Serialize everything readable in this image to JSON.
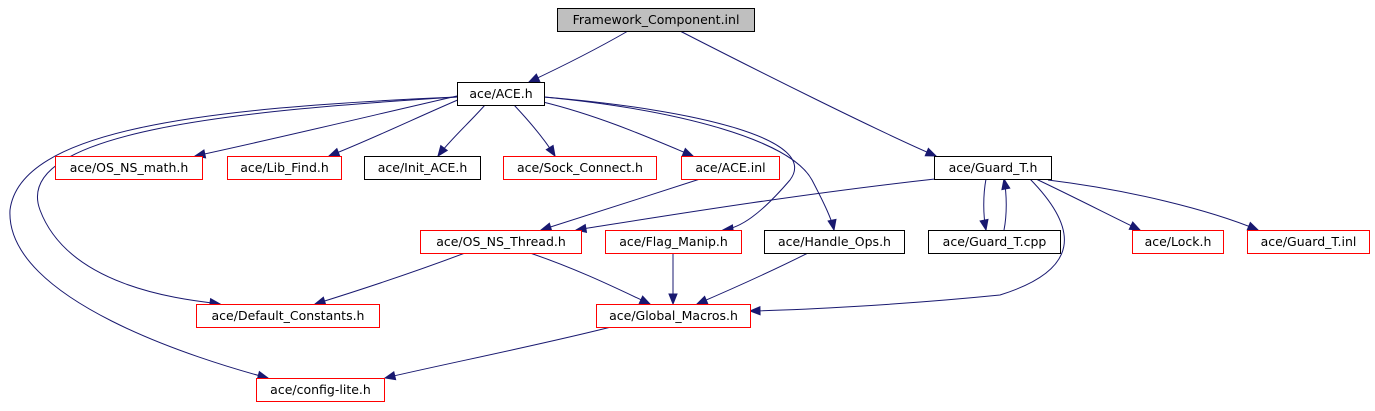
{
  "colors": {
    "edge": "#191970",
    "root_fill": "#bfbfbf",
    "border_black": "#000000",
    "border_red": "#ff0000"
  },
  "nodes": [
    {
      "id": "fc",
      "label": "Framework_Component.inl",
      "style": "root"
    },
    {
      "id": "ace",
      "label": "ace/ACE.h",
      "style": "black"
    },
    {
      "id": "gt",
      "label": "ace/Guard_T.h",
      "style": "black"
    },
    {
      "id": "math",
      "label": "ace/OS_NS_math.h",
      "style": "red"
    },
    {
      "id": "lib",
      "label": "ace/Lib_Find.h",
      "style": "red"
    },
    {
      "id": "init",
      "label": "ace/Init_ACE.h",
      "style": "black"
    },
    {
      "id": "sock",
      "label": "ace/Sock_Connect.h",
      "style": "red"
    },
    {
      "id": "inl",
      "label": "ace/ACE.inl",
      "style": "red"
    },
    {
      "id": "thr",
      "label": "ace/OS_NS_Thread.h",
      "style": "red"
    },
    {
      "id": "flag",
      "label": "ace/Flag_Manip.h",
      "style": "red"
    },
    {
      "id": "hops",
      "label": "ace/Handle_Ops.h",
      "style": "black"
    },
    {
      "id": "gcpp",
      "label": "ace/Guard_T.cpp",
      "style": "black"
    },
    {
      "id": "lock",
      "label": "ace/Lock.h",
      "style": "red"
    },
    {
      "id": "ginl",
      "label": "ace/Guard_T.inl",
      "style": "red"
    },
    {
      "id": "defc",
      "label": "ace/Default_Constants.h",
      "style": "red"
    },
    {
      "id": "glob",
      "label": "ace/Global_Macros.h",
      "style": "red"
    },
    {
      "id": "cfg",
      "label": "ace/config-lite.h",
      "style": "red"
    }
  ],
  "edges": [
    [
      "fc",
      "ace"
    ],
    [
      "fc",
      "gt"
    ],
    [
      "ace",
      "math"
    ],
    [
      "ace",
      "lib"
    ],
    [
      "ace",
      "init"
    ],
    [
      "ace",
      "sock"
    ],
    [
      "ace",
      "inl"
    ],
    [
      "ace",
      "flag"
    ],
    [
      "ace",
      "hops"
    ],
    [
      "ace",
      "defc"
    ],
    [
      "ace",
      "cfg"
    ],
    [
      "inl",
      "thr"
    ],
    [
      "gt",
      "thr"
    ],
    [
      "gt",
      "gcpp"
    ],
    [
      "gcpp",
      "gt"
    ],
    [
      "gt",
      "lock"
    ],
    [
      "gt",
      "ginl"
    ],
    [
      "gt",
      "glob"
    ],
    [
      "thr",
      "defc"
    ],
    [
      "thr",
      "glob"
    ],
    [
      "flag",
      "glob"
    ],
    [
      "hops",
      "glob"
    ],
    [
      "glob",
      "cfg"
    ]
  ]
}
